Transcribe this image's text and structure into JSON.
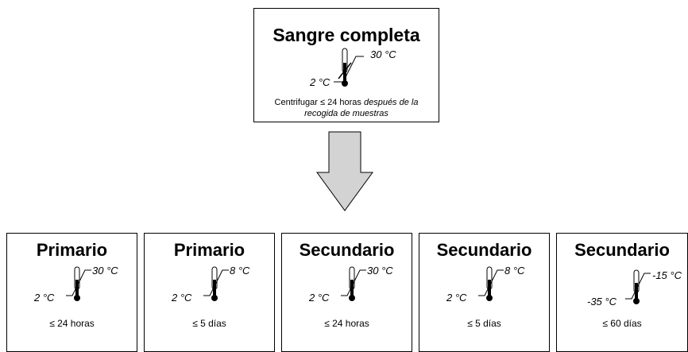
{
  "top": {
    "title": "Sangre completa",
    "temp_high": "30 °C",
    "temp_low": "2 °C",
    "note_plain": "Centrifugar ≤ 24 horas ",
    "note_italic": "después de la recogida de muestras"
  },
  "arrow_icon": "down-arrow",
  "boxes": [
    {
      "title": "Primario",
      "temp_high": "30 °C",
      "temp_low": "2 °C",
      "duration": "≤ 24 horas"
    },
    {
      "title": "Primario",
      "temp_high": "8 °C",
      "temp_low": "2 °C",
      "duration": "≤ 5 días"
    },
    {
      "title": "Secundario",
      "temp_high": "30 °C",
      "temp_low": "2 °C",
      "duration": "≤ 24 horas"
    },
    {
      "title": "Secundario",
      "temp_high": "8 °C",
      "temp_low": "2 °C",
      "duration": "≤ 5 días"
    },
    {
      "title": "Secundario",
      "temp_high": "-15 °C",
      "temp_low": "-35 °C",
      "duration": "≤ 60 días"
    }
  ],
  "colors": {
    "arrow_fill": "#d3d3d3",
    "stroke": "#000000"
  }
}
